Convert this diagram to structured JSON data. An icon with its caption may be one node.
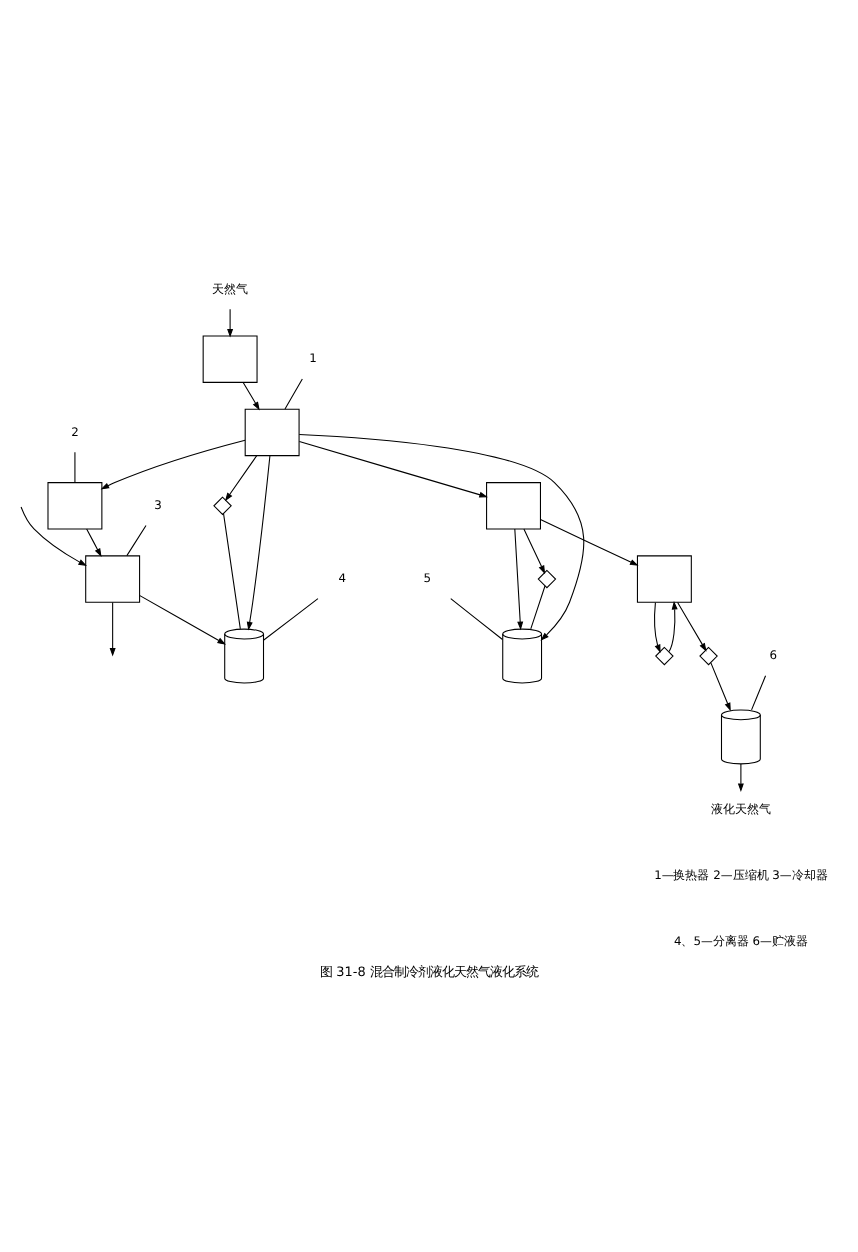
{
  "diagram": {
    "caption": "图 31-8 混合制冷剂液化天然气液化系统",
    "nodes": [
      {
        "text": [
          "天然气"
        ]
      },
      {
        "text": [],
        "shape": "box"
      },
      {
        "text": [],
        "shape": "box"
      },
      {
        "text": [],
        "shape": "box"
      },
      {
        "text": [],
        "shape": "box"
      },
      {
        "text": [],
        "shape": "cylinder"
      },
      {
        "text": [],
        "shape": "cylinder"
      },
      {
        "text": [],
        "shape": "box"
      },
      {
        "text": [],
        "shape": "box"
      },
      {
        "text": [],
        "shape": "cylinder"
      },
      {
        "text": [
          "液化天然气"
        ]
      },
      {
        "text": [
          "1"
        ]
      },
      {
        "text": [
          "2"
        ]
      },
      {
        "text": [
          "3"
        ]
      },
      {
        "text": [
          "4"
        ]
      },
      {
        "text": [
          "5"
        ]
      },
      {
        "text": [
          "6"
        ]
      },
      {
        "text": [],
        "shape": "valve"
      },
      {
        "text": [],
        "shape": "valve"
      },
      {
        "text": [],
        "shape": "valve"
      },
      {
        "text": [],
        "shape": "valve"
      }
    ],
    "edges": [
      {
        "from": 0,
        "to": 1,
        "arrow": "to"
      },
      {
        "from": 1,
        "to": 2,
        "arrow": "to"
      },
      {
        "from": 2,
        "to": 7,
        "arrow": "to"
      },
      {
        "from": 7,
        "to": 8,
        "arrow": "to"
      },
      {
        "from": 8,
        "to": 20,
        "arrow": "to"
      },
      {
        "from": 20,
        "to": 9,
        "arrow": "to"
      },
      {
        "from": 9,
        "to": 10,
        "arrow": "to"
      },
      {
        "from": 2,
        "to": 3,
        "arrow": "to"
      },
      {
        "from": 3,
        "to": 4,
        "arrow": "to"
      },
      {
        "from": 4,
        "to": 5,
        "arrow": "to"
      },
      {
        "from": null,
        "to": 4,
        "arrow": "to"
      },
      {
        "from": 4,
        "to": null,
        "arrow": "to"
      },
      {
        "from": 2,
        "to": 5,
        "arrow": "to"
      },
      {
        "from": 2,
        "to": 17,
        "arrow": "to"
      },
      {
        "from": 17,
        "to": 5,
        "arrow": "none"
      },
      {
        "from": 2,
        "to": 6,
        "arrow": "to"
      },
      {
        "from": 7,
        "to": 6,
        "arrow": "to"
      },
      {
        "from": 7,
        "to": 18,
        "arrow": "to"
      },
      {
        "from": 18,
        "to": 6,
        "arrow": "none"
      },
      {
        "from": 8,
        "to": 19,
        "arrow": "to"
      },
      {
        "from": 19,
        "to": 8,
        "arrow": "to"
      },
      {
        "from": 11,
        "to": 2,
        "arrow": "none"
      },
      {
        "from": 12,
        "to": 3,
        "arrow": "none"
      },
      {
        "from": 13,
        "to": 4,
        "arrow": "none"
      },
      {
        "from": 14,
        "to": 5,
        "arrow": "none"
      },
      {
        "from": 15,
        "to": 6,
        "arrow": "none"
      },
      {
        "from": 16,
        "to": 9,
        "arrow": "none"
      }
    ],
    "labels": [
      "1—换热器 2—压缩机 3—冷却器",
      "4、5—分离器 6—贮液器"
    ]
  }
}
